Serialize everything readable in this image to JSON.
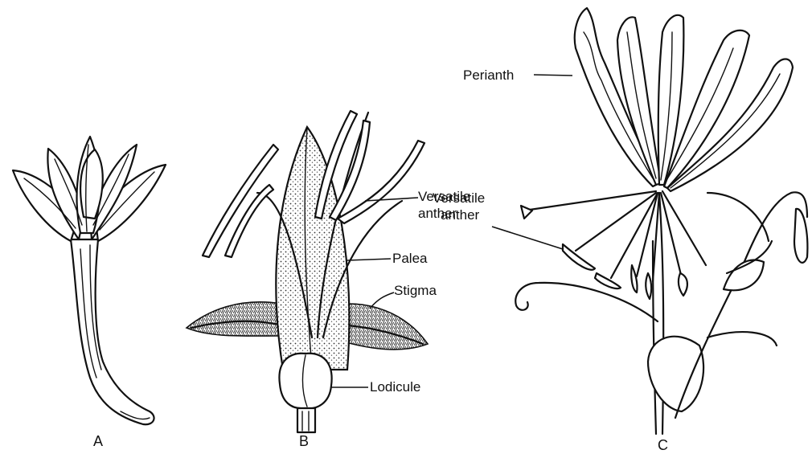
{
  "panels": {
    "a": "A",
    "b": "B",
    "c": "C"
  },
  "labels": {
    "versatile_line1": "Versatile",
    "versatile_line2": "anther",
    "palea": "Palea",
    "stigma": "Stigma",
    "lodicule": "Lodicule",
    "perianth": "Perianth",
    "c_versatile_line1": "Versatile",
    "c_versatile_line2": "anther"
  }
}
